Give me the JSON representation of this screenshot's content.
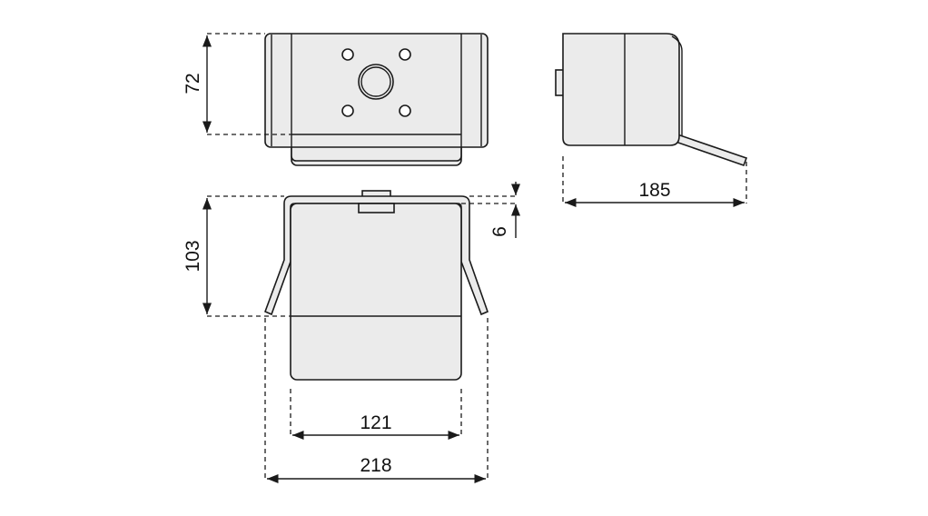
{
  "dimensions": {
    "top_height": "72",
    "front_height": "103",
    "tab_height": "6",
    "side_depth": "185",
    "body_width": "121",
    "overall_width": "218"
  }
}
